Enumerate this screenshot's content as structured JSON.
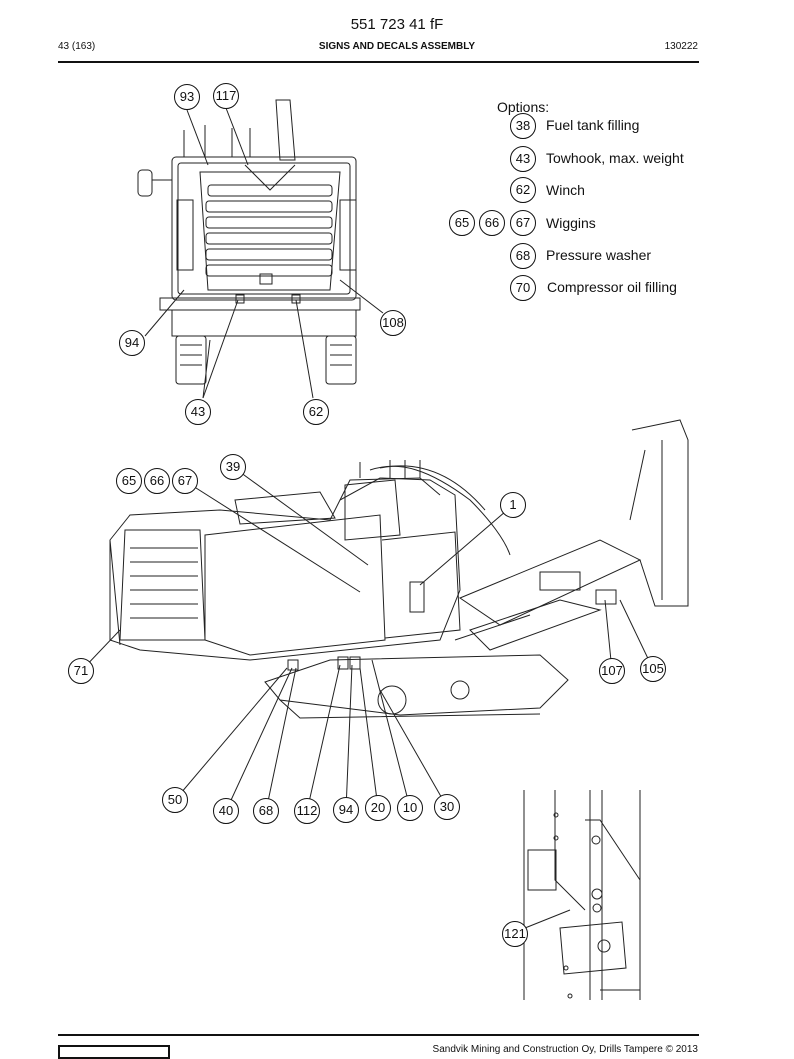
{
  "header": {
    "doc_number": "551 723 41 fF",
    "page_ref": "43 (163)",
    "section_title": "SIGNS AND DECALS ASSEMBLY",
    "date": "130222"
  },
  "options": {
    "title": "Options:",
    "items": [
      {
        "numbers": [
          "38"
        ],
        "label": "Fuel tank filling"
      },
      {
        "numbers": [
          "43"
        ],
        "label": "Towhook, max. weight"
      },
      {
        "numbers": [
          "62"
        ],
        "label": "Winch"
      },
      {
        "numbers": [
          "65",
          "66",
          "67"
        ],
        "label": "Wiggins"
      },
      {
        "numbers": [
          "68"
        ],
        "label": "Pressure washer"
      },
      {
        "numbers": [
          "70"
        ],
        "label": "Compressor oil filling"
      }
    ]
  },
  "callouts": {
    "front_view": [
      "93",
      "117",
      "94",
      "108",
      "43",
      "62"
    ],
    "side_view": [
      "39",
      "65",
      "66",
      "67",
      "1",
      "71",
      "107",
      "105",
      "50",
      "40",
      "68",
      "112",
      "94",
      "20",
      "10",
      "30"
    ],
    "detail_view": [
      "121"
    ]
  },
  "footer": {
    "copyright": "Sandvik Mining and Construction Oy, Drills Tampere © 2013"
  }
}
